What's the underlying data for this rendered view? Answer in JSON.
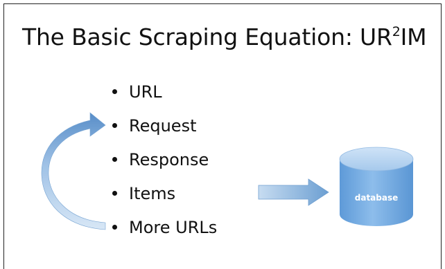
{
  "slide": {
    "title_main": "The Basic Scraping Equation: UR",
    "title_sup": "2",
    "title_end": "IM",
    "bullets": [
      "URL",
      "Request",
      "Response",
      "Items",
      "More URLs"
    ]
  },
  "diagram": {
    "database_label": "database",
    "loop_arrow_icon": "curved-arrow-icon",
    "flow_arrow_icon": "right-arrow-icon",
    "database_icon": "database-cylinder-icon",
    "colors": {
      "arrow_light": "#bcd5ee",
      "arrow_dark": "#5d93cb",
      "db_top": "#a8cbee",
      "db_body": "#6aa4dc",
      "text": "#111111"
    }
  }
}
